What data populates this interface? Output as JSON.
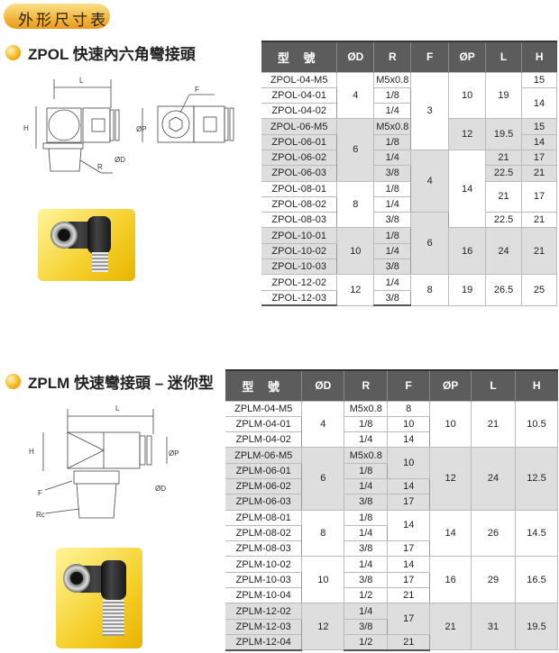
{
  "header_badge": "外形尺寸表",
  "zpol": {
    "title": "ZPOL 快速內六角彎接頭",
    "diagram_labels": {
      "L": "L",
      "H": "H",
      "F": "F",
      "R": "R",
      "P": "ØP",
      "D": "ØD"
    },
    "columns": [
      "型 號",
      "ØD",
      "R",
      "F",
      "ØP",
      "L",
      "H"
    ],
    "rows": [
      [
        [
          "ZPOL-04-M5"
        ],
        [
          "4",
          3
        ],
        [
          "M5x0.8"
        ],
        [
          "3",
          5
        ],
        [
          "10",
          3
        ],
        [
          "19",
          3
        ],
        [
          "15"
        ]
      ],
      [
        [
          "ZPOL-04-01"
        ],
        [
          "1/8"
        ],
        [
          "14",
          2
        ]
      ],
      [
        [
          "ZPOL-04-02"
        ],
        [
          "1/4"
        ]
      ],
      [
        [
          "ZPOL-06-M5",
          1,
          1
        ],
        [
          "6",
          4,
          1
        ],
        [
          "M5x0.8",
          1,
          1
        ],
        [
          "12",
          2,
          1
        ],
        [
          "19.5",
          2,
          1
        ],
        [
          "15",
          1,
          1
        ]
      ],
      [
        [
          "ZPOL-06-01",
          1,
          1
        ],
        [
          "1/8",
          1,
          1
        ],
        [
          "14",
          1,
          1
        ]
      ],
      [
        [
          "ZPOL-06-02",
          1,
          1
        ],
        [
          "1/4",
          1,
          1
        ],
        [
          "4",
          4,
          1
        ],
        [
          "14",
          5
        ],
        [
          "21",
          1,
          1
        ],
        [
          "17",
          1,
          1
        ]
      ],
      [
        [
          "ZPOL-06-03",
          1,
          1
        ],
        [
          "3/8",
          1,
          1
        ],
        [
          "22.5",
          1,
          1
        ],
        [
          "21",
          1,
          1
        ]
      ],
      [
        [
          "ZPOL-08-01"
        ],
        [
          "8",
          3
        ],
        [
          "1/8"
        ],
        [
          "21",
          2
        ],
        [
          "17",
          2
        ]
      ],
      [
        [
          "ZPOL-08-02"
        ],
        [
          "1/4"
        ]
      ],
      [
        [
          "ZPOL-08-03"
        ],
        [
          "3/8"
        ],
        [
          "6",
          4,
          1
        ],
        [
          "22.5"
        ],
        [
          "21"
        ]
      ],
      [
        [
          "ZPOL-10-01",
          1,
          1
        ],
        [
          "10",
          3,
          1
        ],
        [
          "1/8",
          1,
          1
        ],
        [
          "16",
          3,
          1
        ],
        [
          "24",
          3,
          1
        ],
        [
          "21",
          3,
          1
        ]
      ],
      [
        [
          "ZPOL-10-02",
          1,
          1
        ],
        [
          "1/4",
          1,
          1
        ]
      ],
      [
        [
          "ZPOL-10-03",
          1,
          1
        ],
        [
          "3/8",
          1,
          1
        ]
      ],
      [
        [
          "ZPOL-12-02"
        ],
        [
          "12",
          2
        ],
        [
          "1/4"
        ],
        [
          "8",
          2
        ],
        [
          "19",
          2
        ],
        [
          "26.5",
          2
        ],
        [
          "25",
          2
        ]
      ],
      [
        [
          "ZPOL-12-03"
        ],
        [
          "3/8"
        ]
      ]
    ]
  },
  "zplm": {
    "title": "ZPLM 快速彎接頭 – 迷你型",
    "diagram_labels": {
      "L": "L",
      "H": "H",
      "F": "F",
      "Rc": "Rc",
      "P": "ØP",
      "D": "ØD"
    },
    "columns": [
      "型 號",
      "ØD",
      "R",
      "F",
      "ØP",
      "L",
      "H"
    ],
    "rows": [
      [
        [
          "ZPLM-04-M5"
        ],
        [
          "4",
          3
        ],
        [
          "M5x0.8"
        ],
        [
          "8"
        ],
        [
          "10",
          3
        ],
        [
          "21",
          3
        ],
        [
          "10.5",
          3
        ]
      ],
      [
        [
          "ZPLM-04-01"
        ],
        [
          "1/8"
        ],
        [
          "10"
        ]
      ],
      [
        [
          "ZPLM-04-02"
        ],
        [
          "1/4"
        ],
        [
          "14"
        ]
      ],
      [
        [
          "ZPLM-06-M5",
          1,
          1
        ],
        [
          "6",
          4,
          1
        ],
        [
          "M5x0.8",
          1,
          1
        ],
        [
          "10",
          2,
          1
        ],
        [
          "12",
          4,
          1
        ],
        [
          "24",
          4,
          1
        ],
        [
          "12.5",
          4,
          1
        ]
      ],
      [
        [
          "ZPLM-06-01",
          1,
          1
        ],
        [
          "1/8",
          1,
          1
        ]
      ],
      [
        [
          "ZPLM-06-02",
          1,
          1
        ],
        [
          "1/4",
          1,
          1
        ],
        [
          "14",
          1,
          1
        ]
      ],
      [
        [
          "ZPLM-06-03",
          1,
          1
        ],
        [
          "3/8",
          1,
          1
        ],
        [
          "17",
          1,
          1
        ]
      ],
      [
        [
          "ZPLM-08-01"
        ],
        [
          "8",
          3
        ],
        [
          "1/8"
        ],
        [
          "14",
          2
        ],
        [
          "14",
          3
        ],
        [
          "26",
          3
        ],
        [
          "14.5",
          3
        ]
      ],
      [
        [
          "ZPLM-08-02"
        ],
        [
          "1/4"
        ]
      ],
      [
        [
          "ZPLM-08-03"
        ],
        [
          "3/8"
        ],
        [
          "17"
        ]
      ],
      [
        [
          "ZPLM-10-02"
        ],
        [
          "10",
          3
        ],
        [
          "1/4"
        ],
        [
          "14"
        ],
        [
          "16",
          3
        ],
        [
          "29",
          3
        ],
        [
          "16.5",
          3
        ]
      ],
      [
        [
          "ZPLM-10-03"
        ],
        [
          "3/8"
        ],
        [
          "17"
        ]
      ],
      [
        [
          "ZPLM-10-04"
        ],
        [
          "1/2"
        ],
        [
          "21"
        ]
      ],
      [
        [
          "ZPLM-12-02",
          1,
          1
        ],
        [
          "12",
          3,
          1
        ],
        [
          "1/4",
          1,
          1
        ],
        [
          "17",
          2,
          1
        ],
        [
          "21",
          3,
          1
        ],
        [
          "31",
          3,
          1
        ],
        [
          "19.5",
          3,
          1
        ]
      ],
      [
        [
          "ZPLM-12-03",
          1,
          1
        ],
        [
          "3/8",
          1,
          1
        ]
      ],
      [
        [
          "ZPLM-12-04",
          1,
          1
        ],
        [
          "1/2",
          1,
          1
        ],
        [
          "21",
          1,
          1
        ]
      ]
    ]
  }
}
